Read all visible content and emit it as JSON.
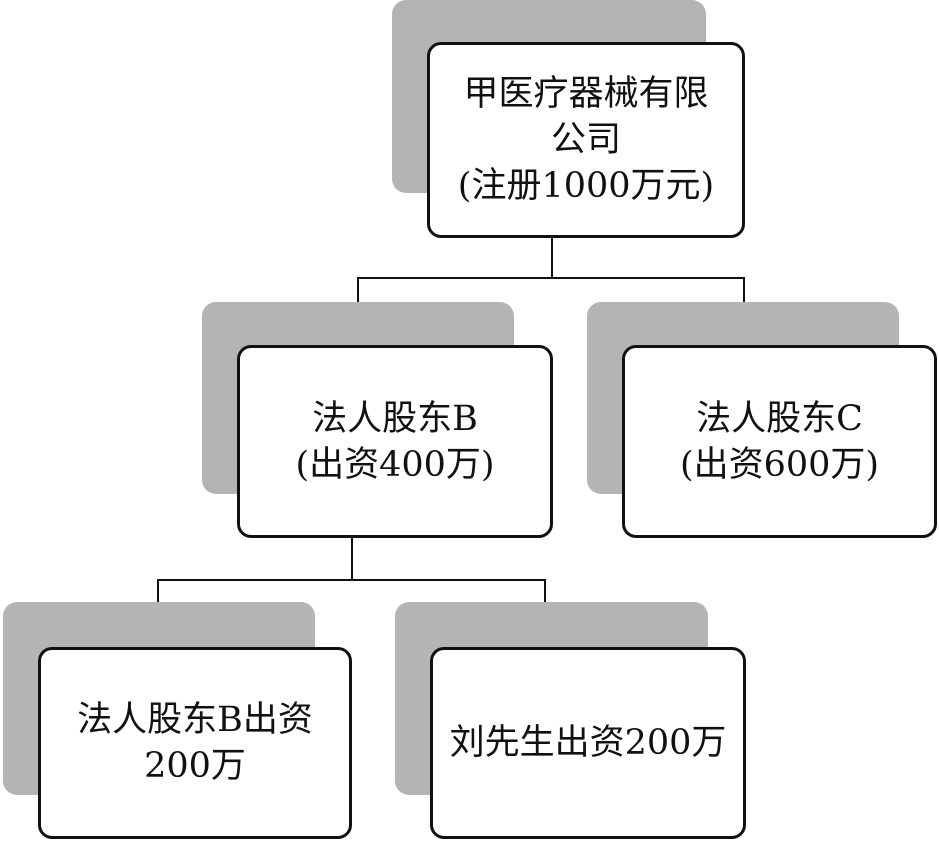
{
  "nodes": {
    "root": {
      "line1": "甲医疗器械有限",
      "line2": "公司",
      "line3": "(注册1000万元)"
    },
    "shareholder_b": {
      "line1": "法人股东B",
      "line2": "(出资400万)"
    },
    "shareholder_c": {
      "line1": "法人股东C",
      "line2": "(出资600万)"
    },
    "b_contribution": {
      "line1": "法人股东B出资",
      "line2": "200万"
    },
    "liu_contribution": {
      "line1": "刘先生出资200万"
    }
  },
  "colors": {
    "shadow": "#b4b4b4",
    "border": "#111111"
  }
}
